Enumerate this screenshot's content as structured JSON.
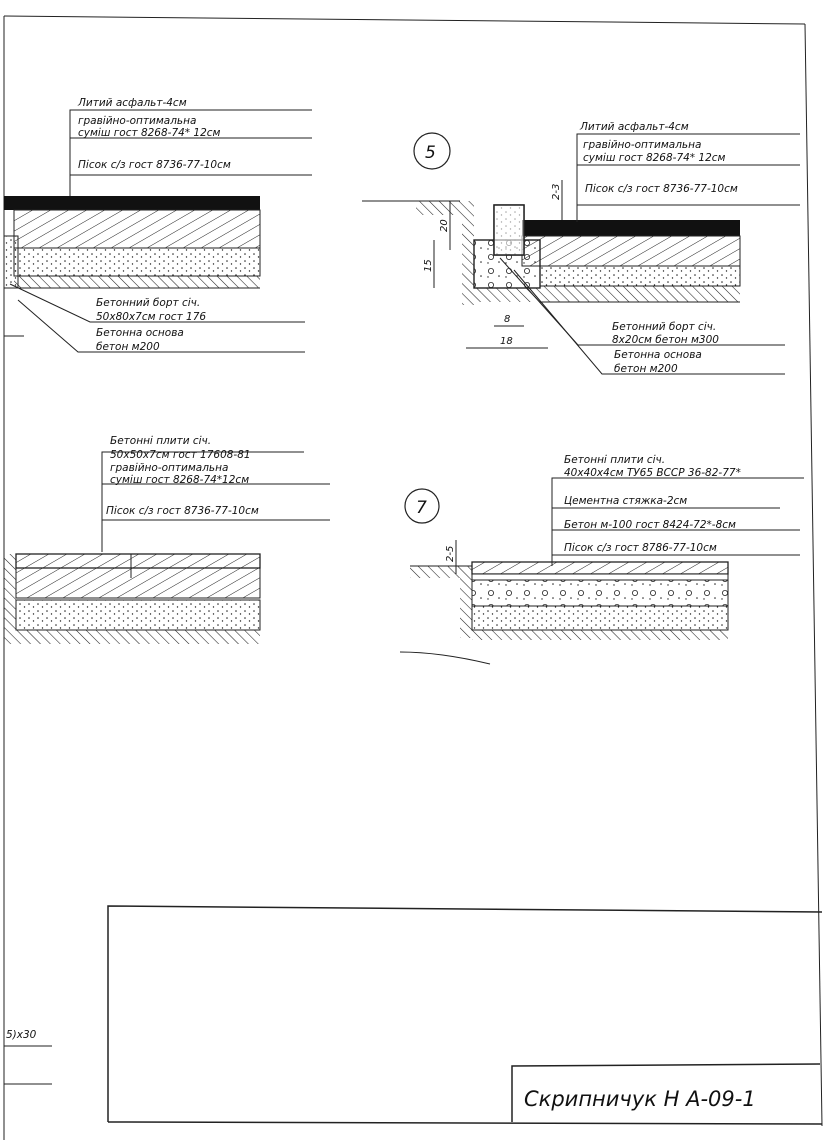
{
  "detail_top_left": {
    "labels": [
      "Литий асфальт-4см",
      "гравійно-оптимальна",
      "суміш  гост  8268-74* 12см",
      "Пісок с/з гост 8736-77-10см"
    ],
    "lower_labels": [
      "Бетонний борт січ.",
      "50х80х7см  гост 176",
      "Бетонна основа",
      "бетон м200"
    ]
  },
  "detail_5": {
    "number": "5",
    "labels": [
      "Литий асфальт-4см",
      "гравійно-оптимальна",
      "суміш  гост  8268-74* 12см",
      "Пісок с/з гост 8736-77-10см"
    ],
    "lower_labels": [
      "Бетонний борт січ.",
      "8х20см  бетон м300",
      "Бетонна основа",
      "бетон м200"
    ],
    "dims": {
      "d1": "2-3",
      "d2": "20",
      "d3": "15",
      "d4": "8",
      "d5": "18"
    }
  },
  "detail_bottom_left": {
    "labels": [
      "Бетонні плити січ.",
      "50х50х7см  гост 17608-81",
      "гравійно-оптимальна",
      "суміш  гост  8268-74*12см",
      "Пісок с/з гост 8736-77-10см"
    ]
  },
  "detail_7": {
    "number": "7",
    "labels": [
      "Бетонні плити січ.",
      "40х40х4см ТУ65 ВССР 36-82-77*",
      "Цементна стяжка-2см",
      "Бетон м-100 гост 8424-72*-8см",
      "Пісок с/з гост 8786-77-10см"
    ],
    "dims": {
      "d1": "2-5"
    }
  },
  "margin_note": "5)х30",
  "title_block": {
    "stamp": "Скрипничук Н  А-09-1"
  }
}
